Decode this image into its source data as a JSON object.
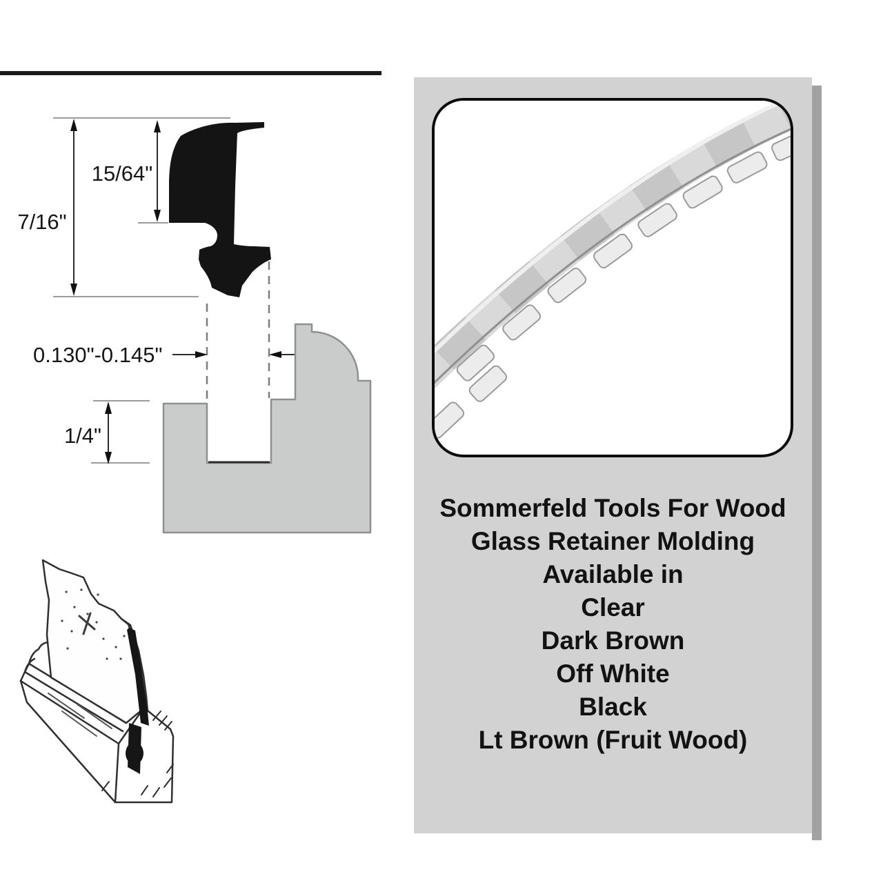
{
  "diagram": {
    "dim_overall_height": "7/16\"",
    "dim_lip_height": "15/64\"",
    "dim_slot_width": "0.130\"-0.145\"",
    "dim_slot_depth": "1/4\"",
    "profile_color": "#141414",
    "frame_fill": "#c9ccca",
    "frame_outline": "#8c918f"
  },
  "panel": {
    "bg_color": "#d2d2d2",
    "shadow_color": "#a2a2a2",
    "text_color": "#121212",
    "lines": [
      "Sommerfeld Tools For Wood",
      "Glass Retainer Molding",
      "Available in",
      "Clear",
      "Dark Brown",
      "Off White",
      "Black",
      "Lt Brown (Fruit Wood)"
    ]
  }
}
